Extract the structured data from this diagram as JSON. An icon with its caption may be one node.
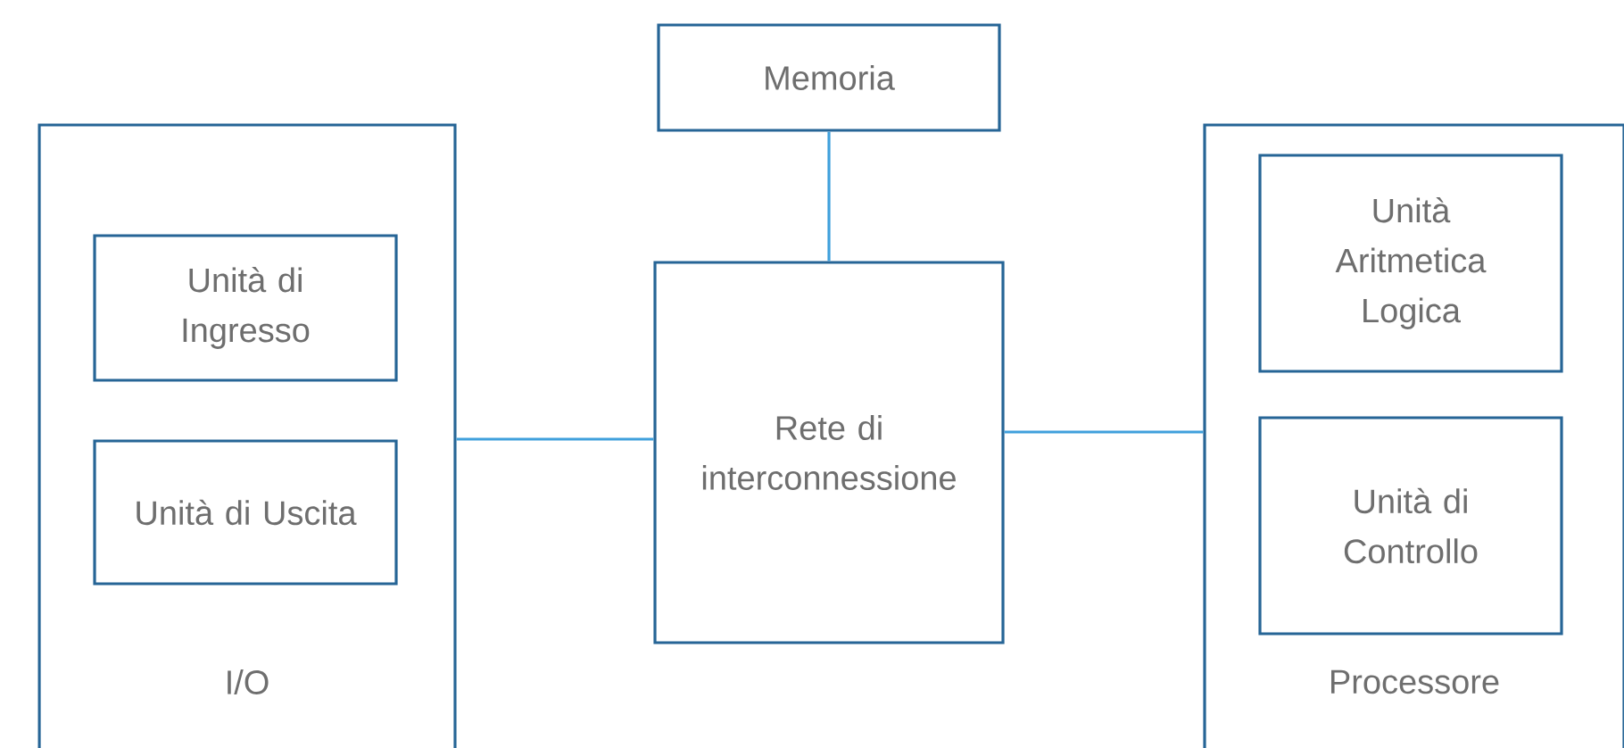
{
  "diagram": {
    "nodes": [
      {
        "text": [
          "Memoria"
        ]
      },
      {
        "text": [
          "I/O"
        ]
      },
      {
        "text": [
          "Unità di Ingresso"
        ],
        "in": 1
      },
      {
        "text": [
          "Unità di Uscita"
        ],
        "in": 1
      },
      {
        "text": [
          "Rete di interconnessione"
        ]
      },
      {
        "text": [
          "Processore"
        ]
      },
      {
        "text": [
          "Unità Aritmetica Logica"
        ],
        "in": 5
      },
      {
        "text": [
          "Unità di Controllo"
        ],
        "in": 5
      }
    ],
    "edges": [
      {
        "from": 0,
        "to": 4,
        "arrow": "none"
      },
      {
        "from": 1,
        "to": 4,
        "arrow": "none"
      },
      {
        "from": 4,
        "to": 5,
        "arrow": "none"
      }
    ]
  }
}
